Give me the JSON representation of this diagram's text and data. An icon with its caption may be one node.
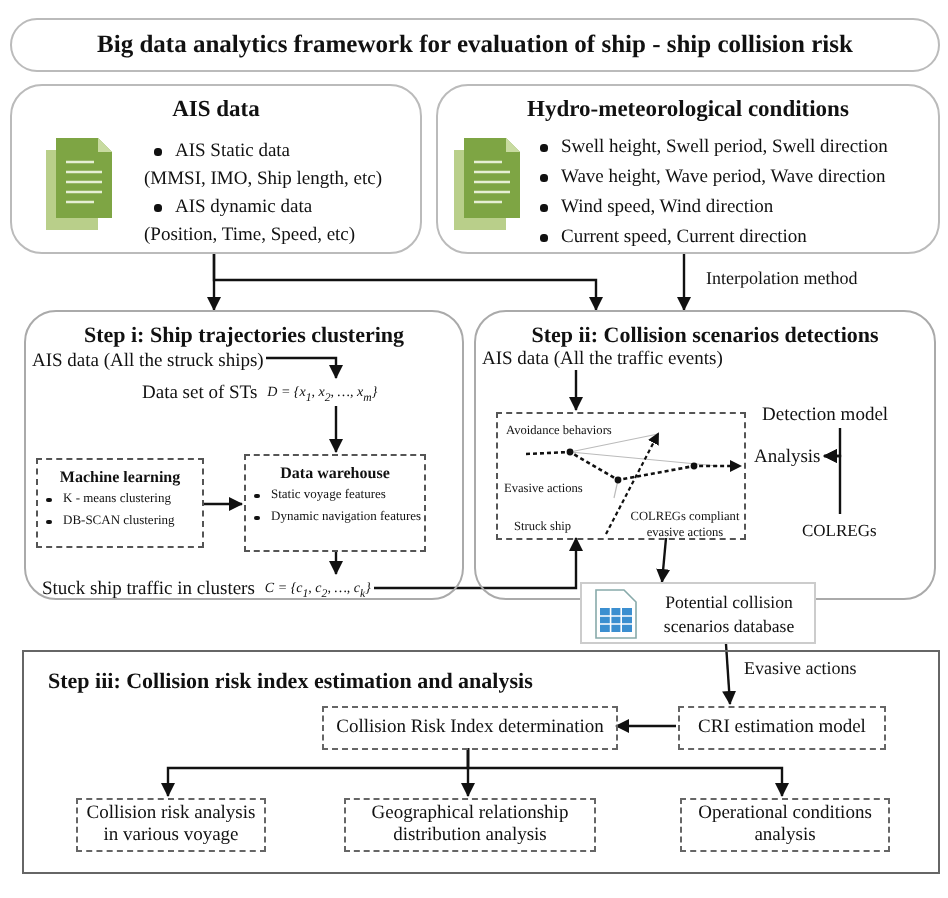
{
  "diagram": {
    "title": "Big data analytics framework for evaluation of ship - ship collision risk",
    "nodes": [
      {
        "text": [
          "AIS data",
          "AIS Static data",
          "(MMSI, IMO, Ship length, etc)",
          "AIS dynamic data",
          "(Position, Time, Speed,  etc)"
        ]
      },
      {
        "text": [
          "Hydro-meteorological conditions",
          "Swell height, Swell period, Swell direction",
          "Wave height, Wave period, Wave direction",
          "Wind speed, Wind direction",
          "Current speed, Current direction"
        ]
      },
      {
        "text": [
          "Step i: Ship trajectories clustering"
        ]
      },
      {
        "text": [
          "AIS data (All the struck ships)"
        ],
        "in": 2
      },
      {
        "text": [
          "Data set of STs",
          "D = {x$_{1}$, x$_{2}$, …, x$_{m}$}"
        ],
        "in": 2
      },
      {
        "text": [
          "Machine learning",
          "K - means clustering",
          "DB-SCAN clustering"
        ],
        "in": 2
      },
      {
        "text": [
          "Data warehouse",
          "Static voyage features",
          "Dynamic navigation features"
        ],
        "in": 2
      },
      {
        "text": [
          "Stuck ship traffic in clusters",
          "C = {c$_{1}$, c$_{2}$, …, c$_{k}$}"
        ],
        "in": 2
      },
      {
        "text": [
          "Step ii: Collision scenarios detections"
        ]
      },
      {
        "text": [
          "AIS data (All the traffic events)"
        ],
        "in": 8
      },
      {
        "text": [
          "Avoidance behaviors",
          "Evasive actions",
          "Struck ship",
          "COLREGs compliant evasive actions"
        ],
        "in": 8
      },
      {
        "text": [
          "Analysis"
        ],
        "in": 8
      },
      {
        "text": [
          "Detection model"
        ],
        "in": 8
      },
      {
        "text": [
          "COLREGs"
        ],
        "in": 8
      },
      {
        "text": [
          "Potential collision scenarios database"
        ]
      },
      {
        "text": [
          "Step iii: Collision risk index estimation and analysis"
        ]
      },
      {
        "text": [
          "Collision Risk Index determination"
        ],
        "in": 15
      },
      {
        "text": [
          "CRI estimation model"
        ],
        "in": 15
      },
      {
        "text": [
          "Collision risk analysis in various voyage"
        ],
        "in": 15
      },
      {
        "text": [
          "Geographical relationship distribution analysis"
        ],
        "in": 15
      },
      {
        "text": [
          "Operational conditions analysis"
        ],
        "in": 15
      }
    ],
    "edges": [
      {
        "from": 0,
        "to": 2,
        "arrow": "to"
      },
      {
        "from": 0,
        "to": 8,
        "arrow": "to"
      },
      {
        "from": 1,
        "to": 8,
        "arrow": "to",
        "label": "Interpolation method"
      },
      {
        "from": 3,
        "to": 4,
        "arrow": "to"
      },
      {
        "from": 4,
        "to": 6,
        "arrow": "to"
      },
      {
        "from": 5,
        "to": 6,
        "arrow": "to"
      },
      {
        "from": 6,
        "to": 7,
        "arrow": "to"
      },
      {
        "from": 7,
        "to": 10,
        "arrow": "to"
      },
      {
        "from": 9,
        "to": 10,
        "arrow": "to"
      },
      {
        "from": 12,
        "to": 11,
        "arrow": "to"
      },
      {
        "from": 13,
        "to": 11,
        "arrow": "to"
      },
      {
        "from": 10,
        "to": 14,
        "arrow": "to"
      },
      {
        "from": 14,
        "to": 17,
        "arrow": "to",
        "label": "Evasive actions"
      },
      {
        "from": 17,
        "to": 16,
        "arrow": "to"
      },
      {
        "from": 16,
        "to": 18,
        "arrow": "to"
      },
      {
        "from": 16,
        "to": 19,
        "arrow": "to"
      },
      {
        "from": 16,
        "to": 20,
        "arrow": "to"
      }
    ]
  }
}
